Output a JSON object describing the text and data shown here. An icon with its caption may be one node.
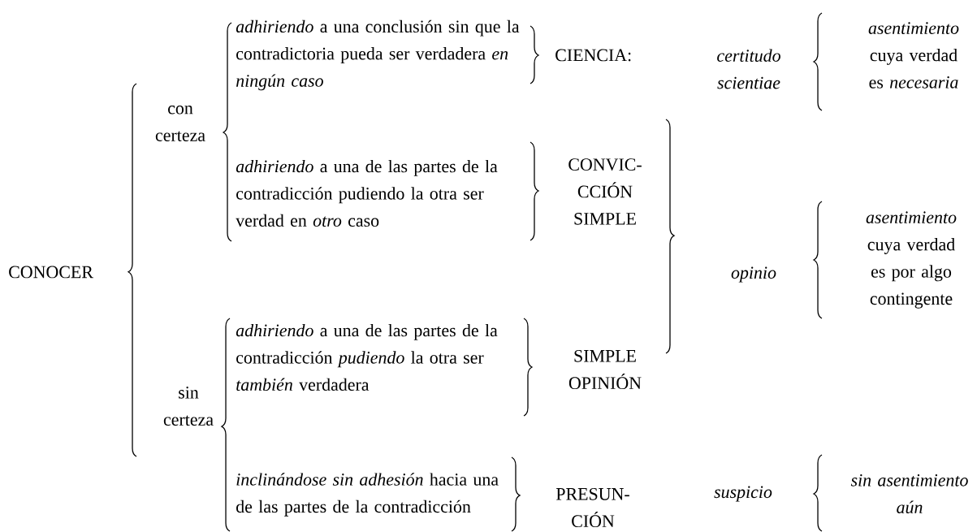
{
  "diagram": {
    "labels": [
      "CONOCER",
      "con certeza",
      "*adhiriendo* a una conclusión sin que la contradictoria pueda ser verdadera *en ningún caso*",
      "CIENCIA:",
      "certitudo scientiae",
      "*asentimiento* cuya verdad es *necesaria*",
      "*adhiriendo* a una de las partes de la contradicción pudiendo la otra ser verdad en *otro* caso",
      "CONVIC- CCIÓN SIMPLE",
      "opinio",
      "*asentimiento* cuya verdad es por algo contingente",
      "*adhiriendo* a una de las partes de la contradicción *pudiendo* la otra ser *también* verdadera",
      "SIMPLE OPINIÓN",
      "sin certeza",
      "*inclinándose sin adhesión* hacia una de las partes de la contradicción",
      "PRESUN- CIÓN",
      "suspicio",
      "sin asentimiento aún"
    ]
  }
}
